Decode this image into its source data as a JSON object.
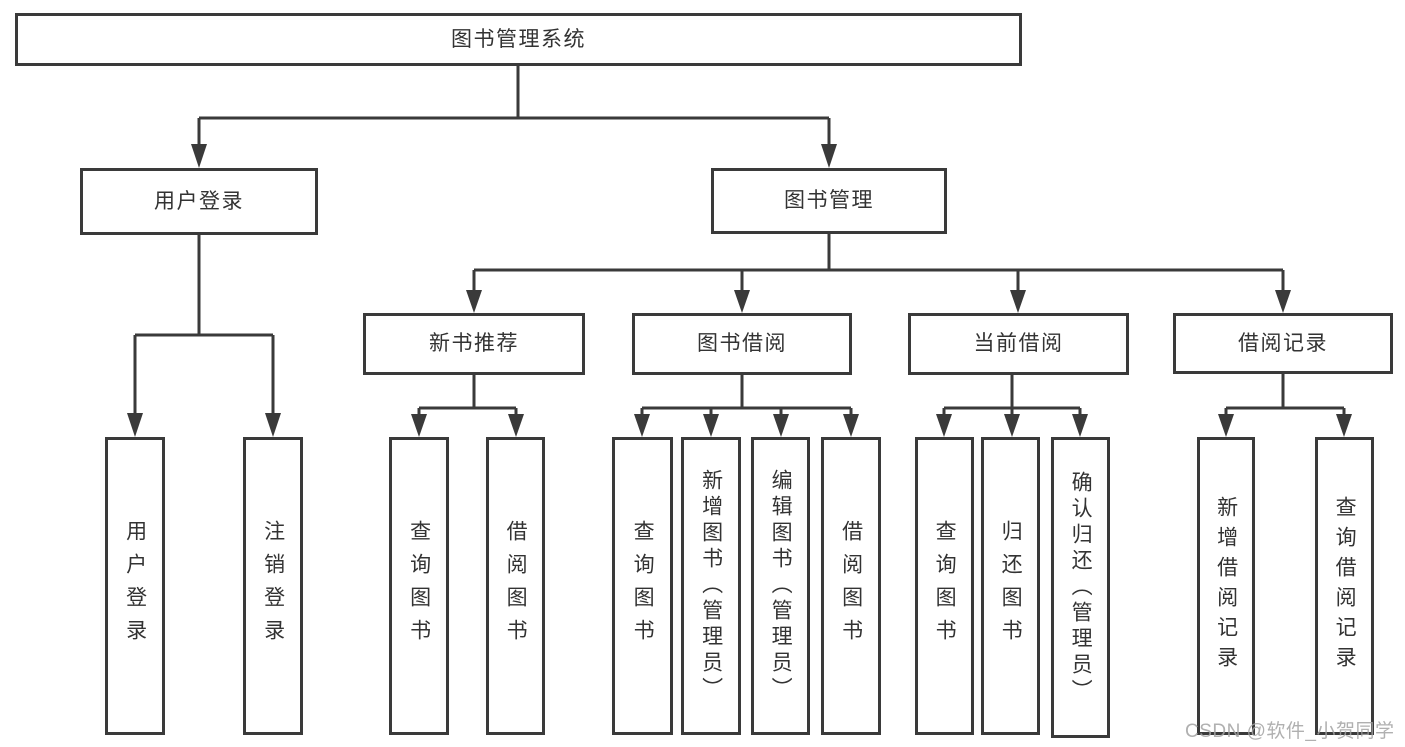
{
  "nodes": {
    "root": "图书管理系统",
    "login": "用户登录",
    "management": "图书管理",
    "new_book": "新书推荐",
    "borrowing": "图书借阅",
    "current": "当前借阅",
    "records": "借阅记录",
    "login_children": [
      "用户登录",
      "注销登录"
    ],
    "new_book_children": [
      "查询图书",
      "借阅图书"
    ],
    "borrowing_children": [
      "查询图书",
      "新增图书（管理员）",
      "编辑图书（管理员）",
      "借阅图书"
    ],
    "current_children": [
      "查询图书",
      "归还图书",
      "确认归还（管理员）"
    ],
    "records_children": [
      "新增借阅记录",
      "查询借阅记录"
    ]
  },
  "watermark": "CSDN @软件_小贺同学",
  "colors": {
    "line": "#3a3a3a",
    "text": "#333333",
    "watermark": "#a3a3a3",
    "background": "#ffffff"
  }
}
